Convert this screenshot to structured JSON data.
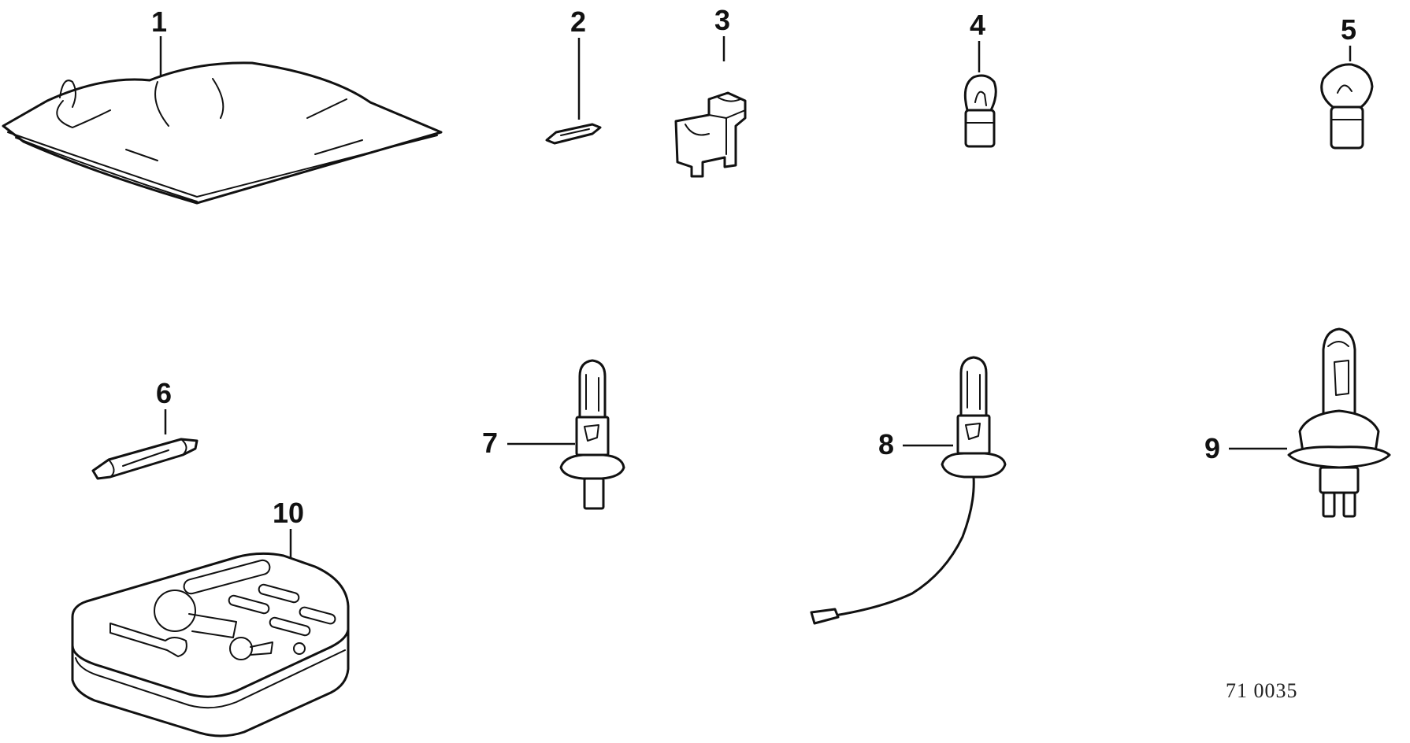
{
  "callouts": [
    "1",
    "2",
    "3",
    "4",
    "5",
    "6",
    "7",
    "8",
    "9",
    "10"
  ],
  "reference_code": "71 0035",
  "icons": {
    "part_1": "pouch-icon",
    "part_2": "festoon-bulb-small-icon",
    "part_3": "bulb-holder-icon",
    "part_4": "miniature-bulb-icon",
    "part_5": "ball-bulb-icon",
    "part_6": "festoon-bulb-icon",
    "part_7": "h1-halogen-bulb-icon",
    "part_8": "h3-halogen-bulb-with-lead-icon",
    "part_9": "h4-halogen-bulb-icon",
    "part_10": "storage-tray-icon"
  }
}
